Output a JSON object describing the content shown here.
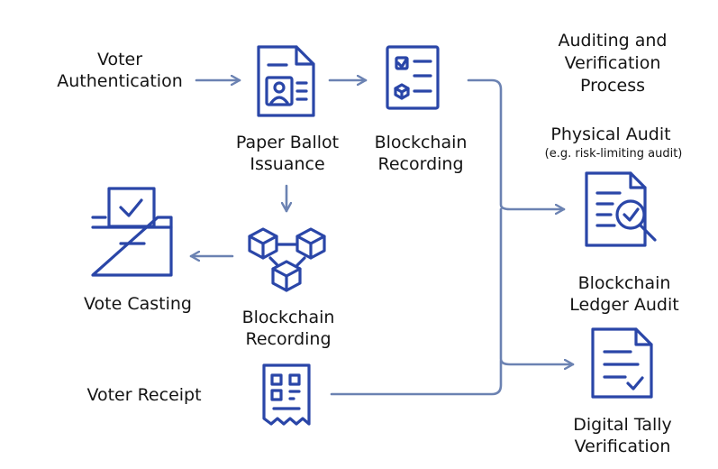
{
  "colors": {
    "icon": "#2a46a8",
    "connector": "#6b82b2",
    "text": "#141414",
    "background": "#ffffff"
  },
  "labels": {
    "voter_authentication": [
      "Voter",
      "Authentication"
    ],
    "paper_ballot_issuance": [
      "Paper Ballot",
      "Issuance"
    ],
    "blockchain_recording_top": [
      "Blockchain",
      "Recording"
    ],
    "auditing_title": [
      "Auditing and",
      "Verification",
      "Process"
    ],
    "physical_audit": "Physical Audit",
    "physical_audit_note": "(e.g. risk-limiting audit)",
    "vote_casting": "Vote Casting",
    "blockchain_recording_mid": [
      "Blockchain",
      "Recording"
    ],
    "blockchain_ledger_audit": [
      "Blockchain",
      "Ledger Audit"
    ],
    "voter_receipt": "Voter Receipt",
    "digital_tally_verification": [
      "Digital Tally",
      "Verification"
    ]
  },
  "icons": [
    "ballot-document-icon",
    "checklist-document-icon",
    "ballot-box-icon",
    "blockchain-cubes-icon",
    "receipt-qr-icon",
    "audit-magnifier-icon",
    "tally-document-icon"
  ]
}
